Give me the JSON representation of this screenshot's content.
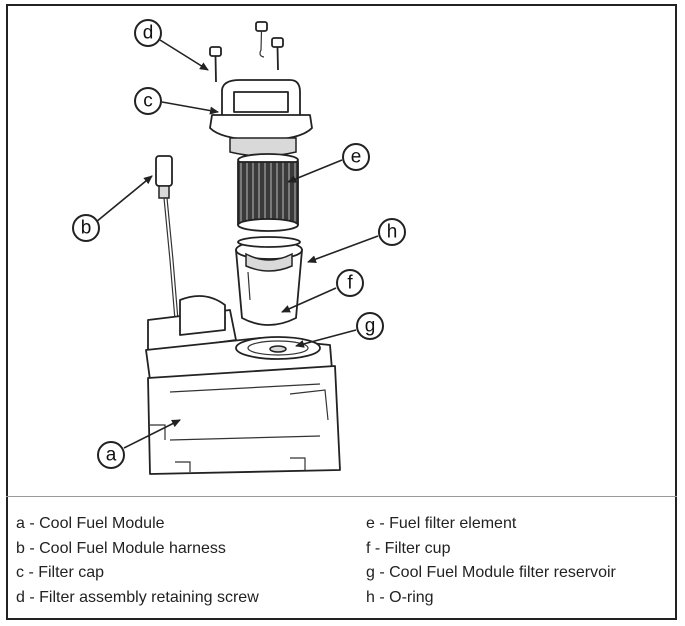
{
  "callouts": {
    "a": "a",
    "b": "b",
    "c": "c",
    "d": "d",
    "e": "e",
    "f": "f",
    "g": "g",
    "h": "h"
  },
  "legend": {
    "left": [
      "a - Cool Fuel Module",
      "b - Cool Fuel Module harness",
      "c - Filter cap",
      "d - Filter assembly retaining screw"
    ],
    "right": [
      "e - Fuel filter element",
      "f - Filter cup",
      "g - Cool Fuel Module filter reservoir",
      "h - O-ring"
    ]
  }
}
